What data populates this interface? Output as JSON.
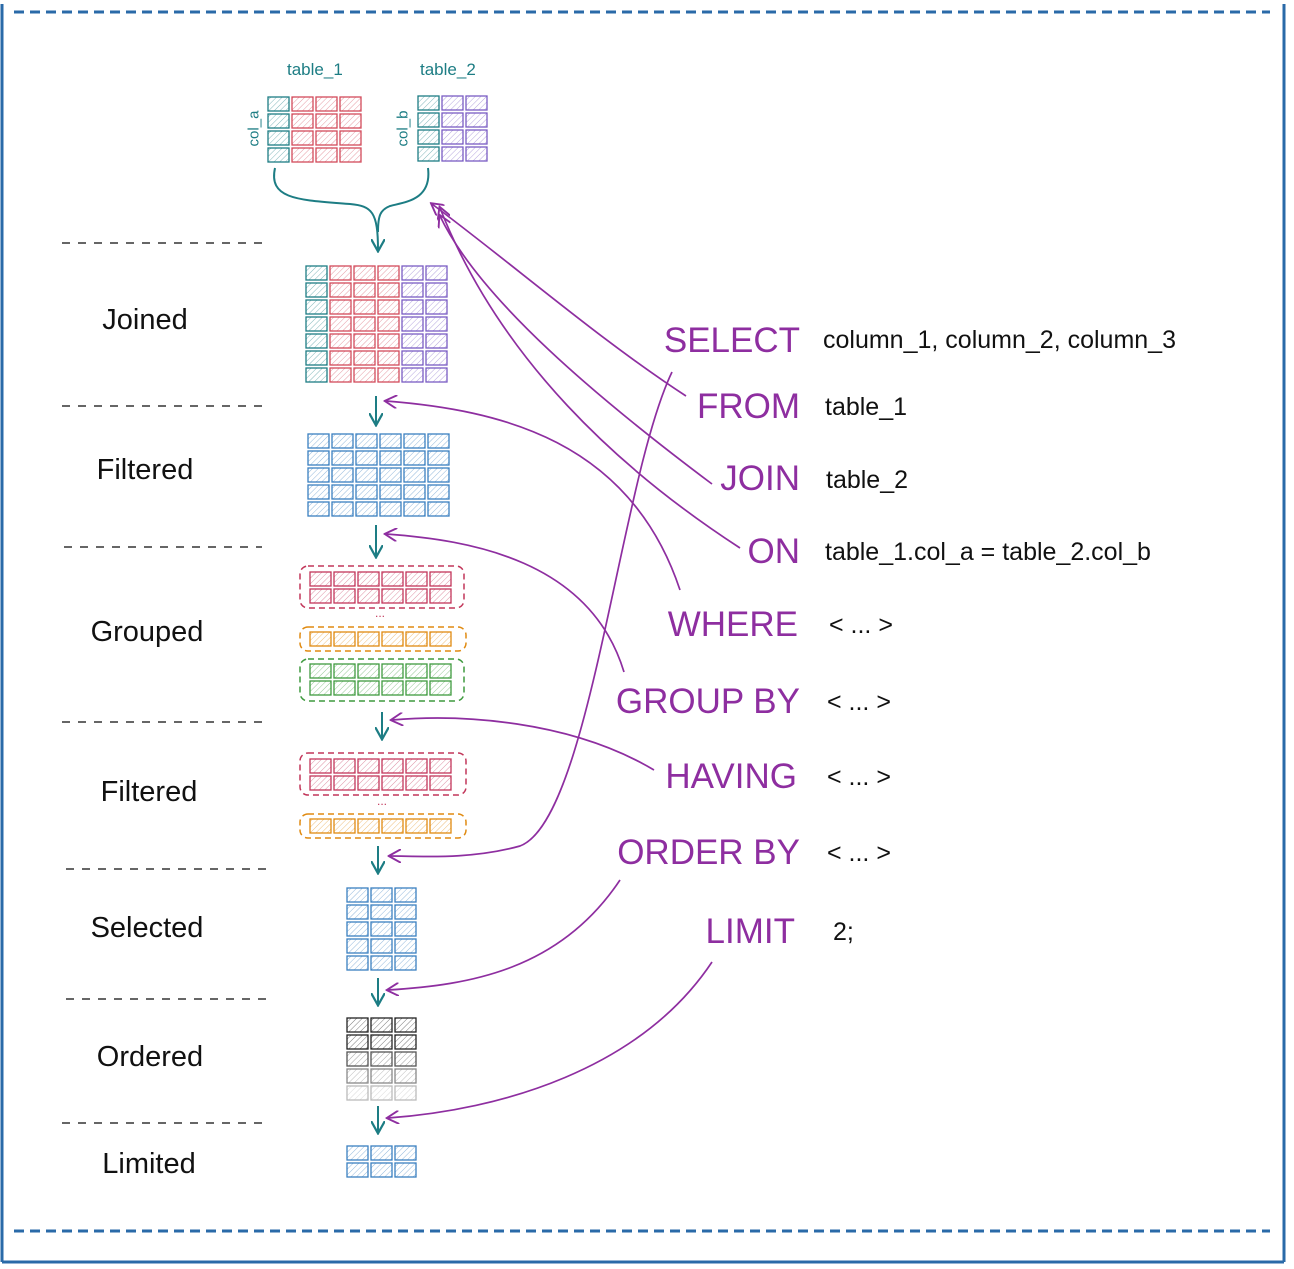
{
  "source_tables": {
    "table_1": "table_1",
    "table_2": "table_2",
    "col_a": "col_a",
    "col_b": "col_b"
  },
  "stages": [
    {
      "label": "Joined"
    },
    {
      "label": "Filtered"
    },
    {
      "label": "Grouped"
    },
    {
      "label": "Filtered"
    },
    {
      "label": "Selected"
    },
    {
      "label": "Ordered"
    },
    {
      "label": "Limited"
    }
  ],
  "clauses": [
    {
      "keyword": "SELECT",
      "value": "column_1, column_2, column_3"
    },
    {
      "keyword": "FROM",
      "value": "table_1"
    },
    {
      "keyword": "JOIN",
      "value": "table_2"
    },
    {
      "keyword": "ON",
      "value": "table_1.col_a = table_2.col_b"
    },
    {
      "keyword": "WHERE",
      "value": "< ... >"
    },
    {
      "keyword": "GROUP BY",
      "value": "< ... >"
    },
    {
      "keyword": "HAVING",
      "value": "< ... >"
    },
    {
      "keyword": "ORDER BY",
      "value": "< ... >"
    },
    {
      "keyword": "LIMIT",
      "value": "2;"
    }
  ],
  "ellipsis": "...",
  "colors": {
    "teal": "#1d7d84",
    "red": "#d24a5a",
    "purple": "#7a5cc4",
    "blue": "#3a7fc0",
    "crimson": "#c2365a",
    "orange": "#e08a10",
    "green": "#3f9a3f",
    "keyword": "#8e2ea0",
    "frame": "#2a6aa8"
  }
}
